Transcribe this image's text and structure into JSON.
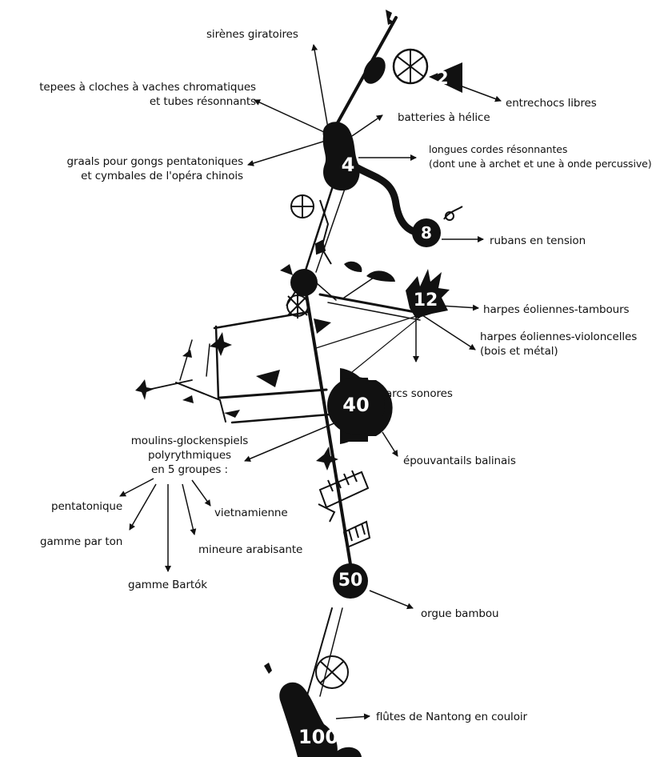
{
  "labels": {
    "sirenes": "sirènes giratoires",
    "tepees_1": "tepees à cloches à vaches chromatiques",
    "tepees_2": "et tubes résonnants",
    "batteries": "batteries à hélice",
    "entrechocs": "entrechocs libres",
    "graals_1": "graals pour gongs pentatoniques",
    "graals_2": "et cymbales de l'opéra chinois",
    "cordes_1": "longues cordes résonnantes",
    "cordes_2": "(dont une à archet et une à onde percussive)",
    "rubans": "rubans en tension",
    "harpes_tambours": "harpes éoliennes-tambours",
    "harpes_violon_1": "harpes éoliennes-violoncelles",
    "harpes_violon_2": "(bois et métal)",
    "arcs": "arcs sonores",
    "epouvantails": "épouvantails balinais",
    "moulins_1": "moulins-glockenspiels",
    "moulins_2": "polyrythmiques",
    "moulins_3": "en 5 groupes :",
    "pentatonique": "pentatonique",
    "vietnamienne": "vietnamienne",
    "gamme_ton": "gamme par ton",
    "mineure": "mineure arabisante",
    "bartok": "gamme Bartók",
    "orgue": "orgue bambou",
    "flutes": "flûtes de Nantong en couloir"
  },
  "markers": {
    "m2": "2",
    "m4": "4",
    "m8": "8",
    "m12": "12",
    "m40": "40",
    "m50": "50",
    "m100": "100"
  },
  "colors": {
    "ink": "#111111",
    "paper": "#ffffff"
  },
  "icons": [
    "arrow-icon",
    "propeller-icon",
    "violin-icon",
    "windmill-icon",
    "bell-icon",
    "flag-icon",
    "drum-icon"
  ]
}
